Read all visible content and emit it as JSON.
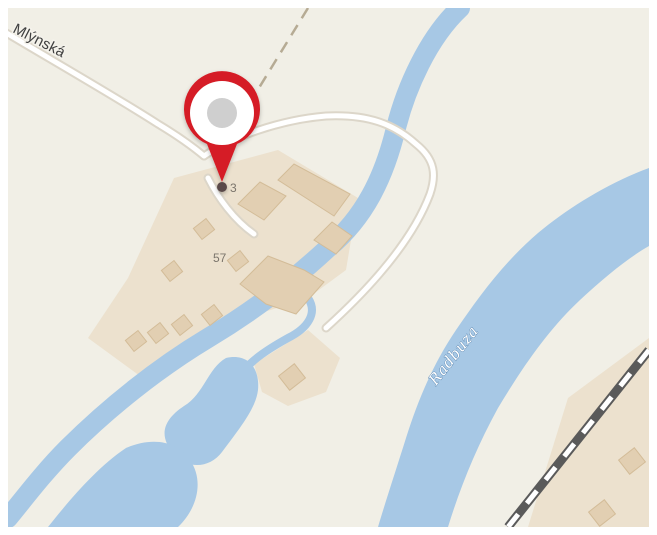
{
  "map": {
    "labels": {
      "street": "Mlýnská",
      "house_number": "57",
      "house_number_partial": "3",
      "river": "Radbuza"
    },
    "colors": {
      "land": "#f1efe6",
      "built_area": "#ece1ce",
      "building": "#e2cfb2",
      "building_edge": "#d3bc98",
      "water": "#a7c8e5",
      "road_fill": "#ffffff",
      "road_casing": "#dcd6c9",
      "railway_dark": "#5a5a5a",
      "railway_light": "#ffffff",
      "path": "#b6ab94",
      "marker_red": "#d51f25"
    },
    "marker": {
      "type": "map-pin",
      "icon": "map-pin-icon"
    }
  }
}
